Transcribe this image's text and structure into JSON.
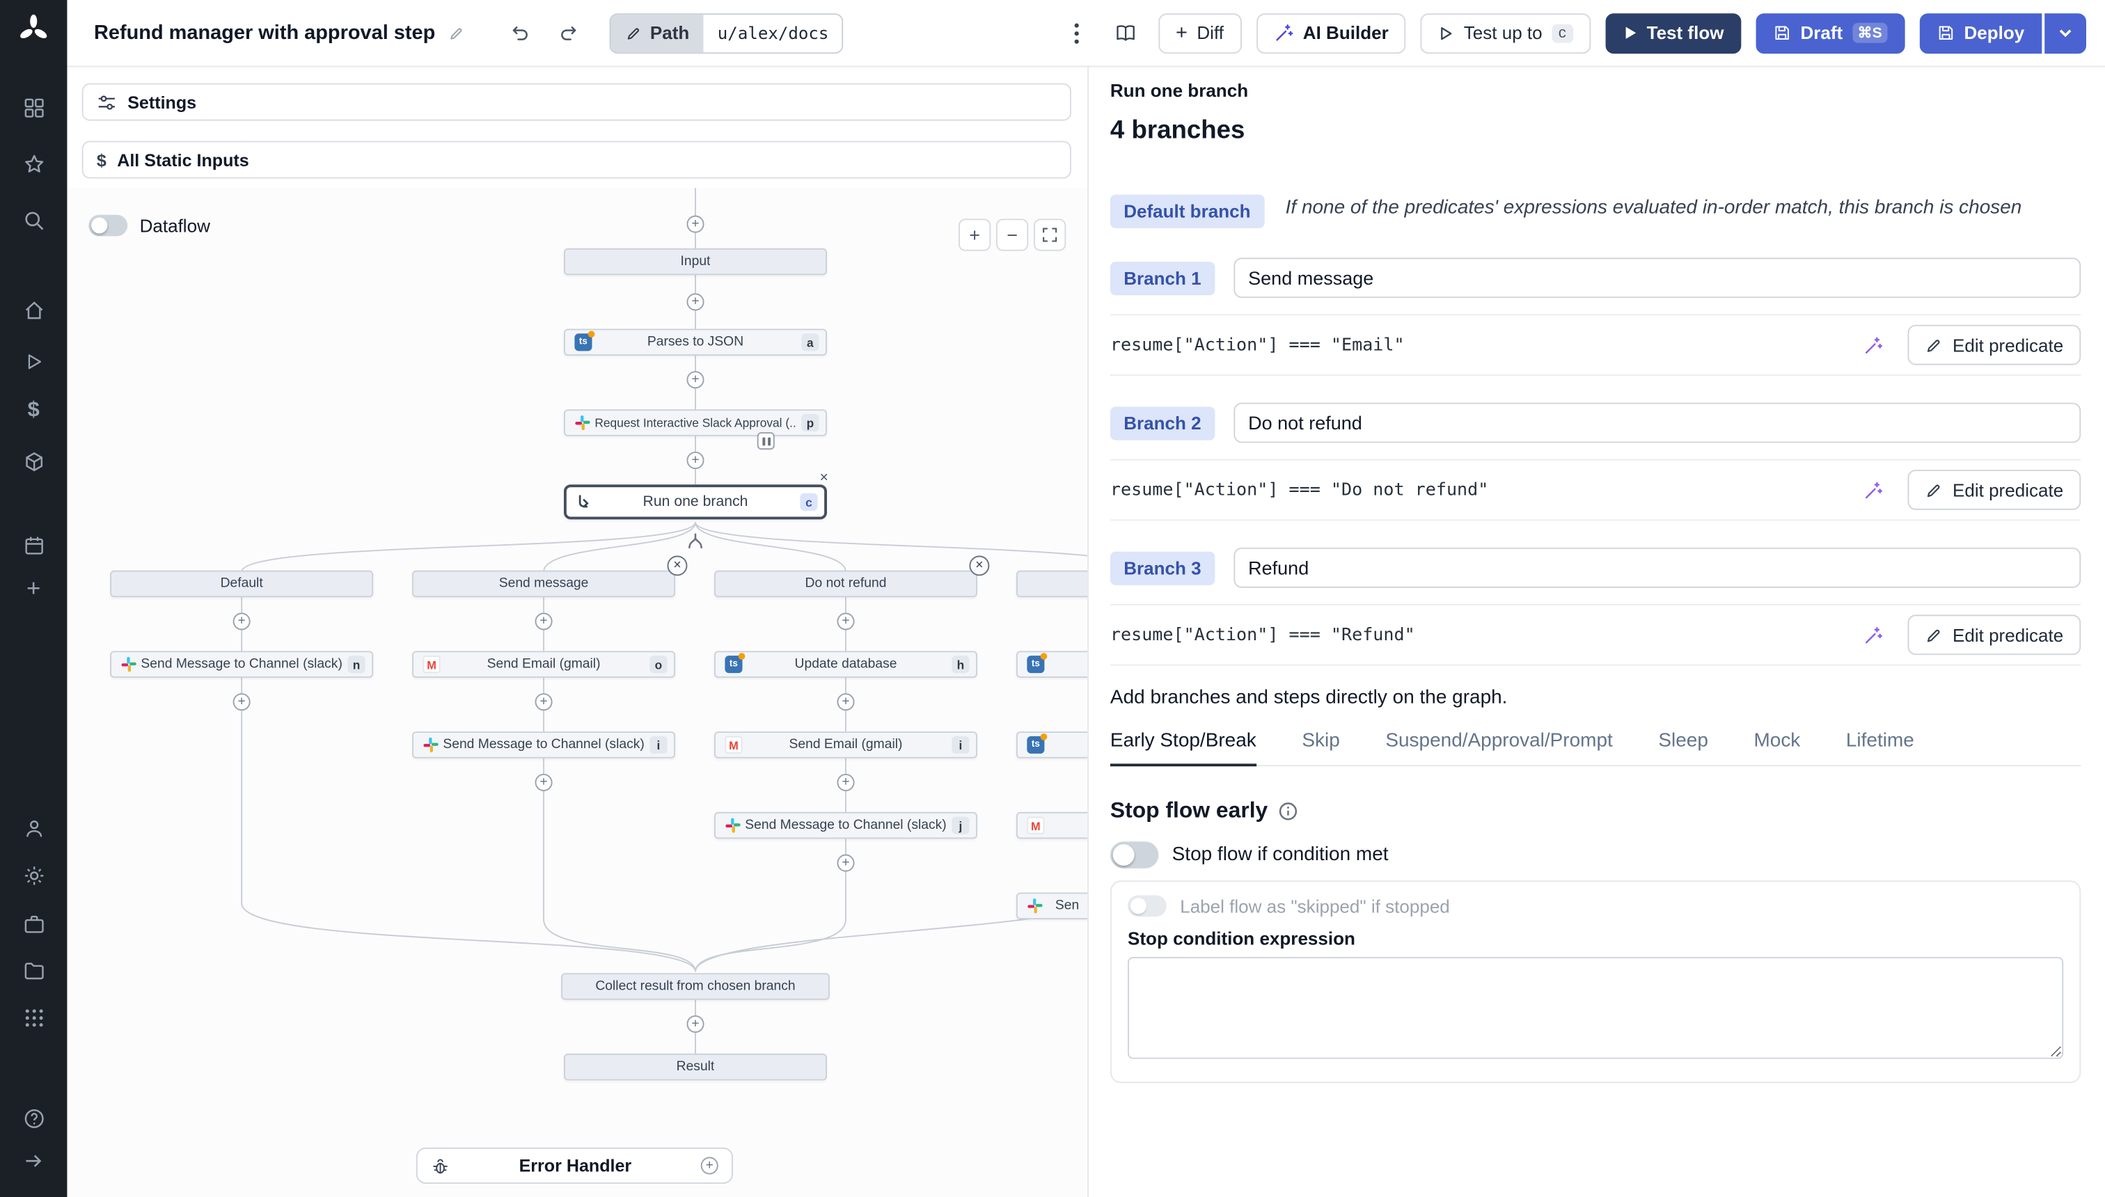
{
  "colors": {
    "primary_blue": "#4a63d0",
    "dark_navy": "#2b3e68",
    "branch_badge_bg": "#dce5f9",
    "branch_badge_text": "#3552a8",
    "wand_purple": "#8b5cf6",
    "sidebar_bg": "#1b2026"
  },
  "header": {
    "title": "Refund manager with approval step",
    "path_label": "Path",
    "path_value": "u/alex/docs",
    "diff_label": "Diff",
    "ai_builder_label": "AI Builder",
    "test_up_to_label": "Test up to",
    "test_up_to_badge": "c",
    "test_flow_label": "Test flow",
    "draft_label": "Draft",
    "draft_shortcut": "⌘S",
    "deploy_label": "Deploy"
  },
  "left": {
    "settings_label": "Settings",
    "static_inputs_label": "All Static Inputs",
    "dataflow_label": "Dataflow"
  },
  "graph": {
    "input": "Input",
    "parses": {
      "label": "Parses to JSON",
      "badge": "a"
    },
    "request": {
      "label": "Request Interactive Slack Approval (...",
      "badge": "p"
    },
    "run_one": {
      "label": "Run one branch",
      "badge": "c"
    },
    "collect": "Collect result from chosen branch",
    "result": "Result",
    "error_handler": "Error Handler",
    "branches": [
      {
        "label": "Default"
      },
      {
        "label": "Send message"
      },
      {
        "label": "Do not refund"
      },
      {
        "label": ""
      }
    ],
    "steps": [
      {
        "label": "Send Message to Channel (slack)",
        "badge": "n"
      },
      {
        "label": "Send Email (gmail)",
        "badge": "o"
      },
      {
        "label": "Send Message to Channel (slack)",
        "badge": "i"
      },
      {
        "label": "Update database",
        "badge": "h"
      },
      {
        "label": "Send Email (gmail)",
        "badge": "i"
      },
      {
        "label": "Send Message to Channel (slack)",
        "badge": "j"
      },
      {
        "label": "Sen",
        "badge": ""
      }
    ]
  },
  "panel": {
    "subtitle": "Run one branch",
    "title": "4 branches",
    "default_badge": "Default branch",
    "default_desc": "If none of the predicates' expressions evaluated in-order match, this branch is chosen",
    "branches": [
      {
        "badge": "Branch 1",
        "summary": "Send message",
        "predicate": "resume[\"Action\"] === \"Email\"",
        "edit": "Edit predicate"
      },
      {
        "badge": "Branch 2",
        "summary": "Do not refund",
        "predicate": "resume[\"Action\"] === \"Do not refund\"",
        "edit": "Edit predicate"
      },
      {
        "badge": "Branch 3",
        "summary": "Refund",
        "predicate": "resume[\"Action\"] === \"Refund\"",
        "edit": "Edit predicate"
      }
    ],
    "hint": "Add branches and steps directly on the graph.",
    "tabs": [
      "Early Stop/Break",
      "Skip",
      "Suspend/Approval/Prompt",
      "Sleep",
      "Mock",
      "Lifetime"
    ],
    "early_stop_title": "Stop flow early",
    "stop_toggle_label": "Stop flow if condition met",
    "skipped_toggle_label": "Label flow as \"skipped\" if stopped",
    "expression_label": "Stop condition expression"
  }
}
